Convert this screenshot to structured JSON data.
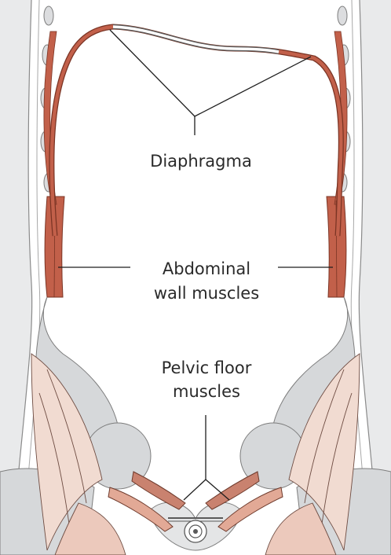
{
  "labels": {
    "diaphragm": "Diaphragma",
    "abdominal_line1": "Abdominal",
    "abdominal_line2": "wall muscles",
    "pelvic_line1": "Pelvic floor",
    "pelvic_line2": "muscles"
  },
  "colors": {
    "muscle": "#c2604a",
    "muscle_light": "#e8c1b2",
    "muscle_pale": "#f1dbd1",
    "bone": "#d6d8da",
    "bone_light": "#e6e7e8",
    "outline": "#5a5a5a",
    "leader": "#1e1e1e",
    "text": "#2a2a2a"
  }
}
